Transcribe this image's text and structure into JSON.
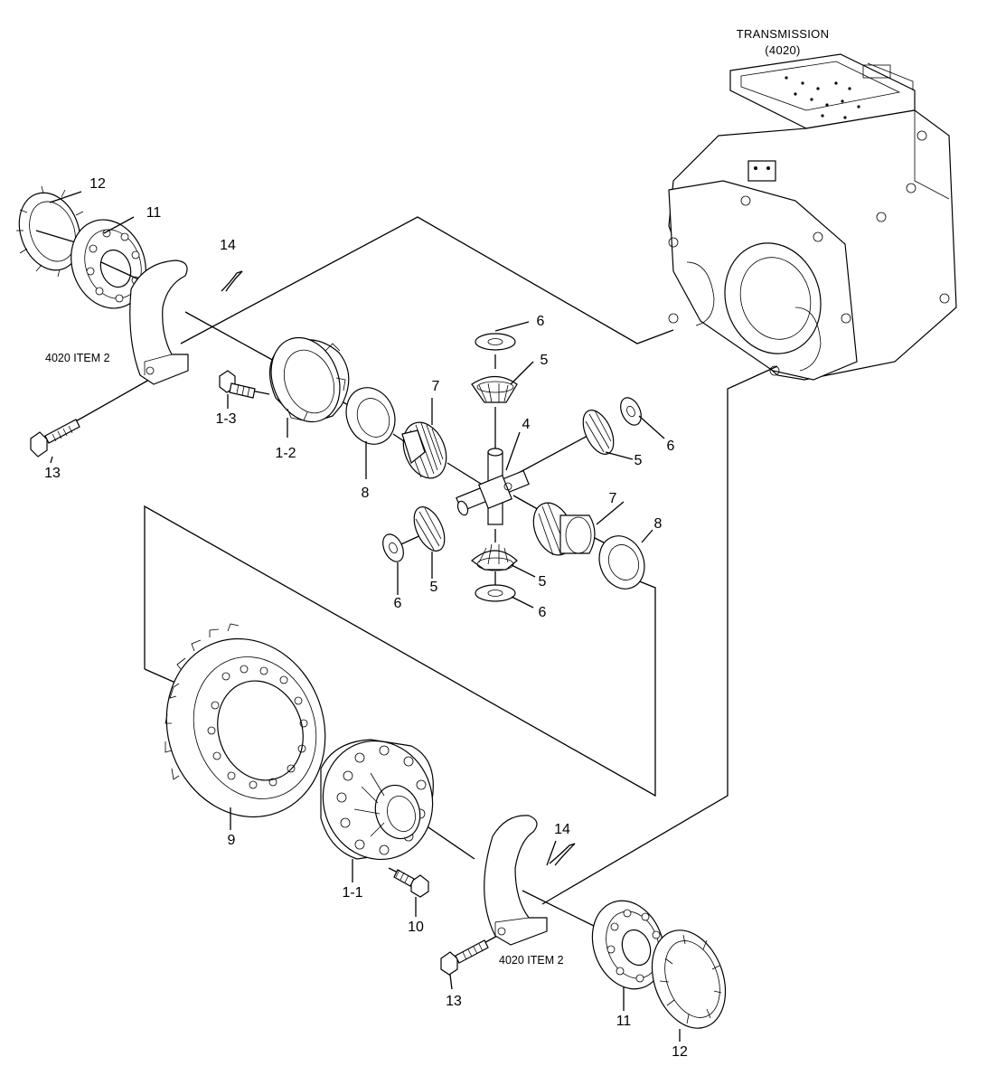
{
  "diagram": {
    "title_line1": "TRANSMISSION",
    "title_line2": "(4020)",
    "ref_upper": "4020 ITEM 2",
    "ref_lower": "4020 ITEM 2",
    "labels": {
      "p12_top": "12",
      "p11_top": "11",
      "p14_top": "14",
      "p13_top": "13",
      "p1_3": "1-3",
      "p1_2": "1-2",
      "p8_top": "8",
      "p7_top": "7",
      "p6_top": "6",
      "p5_top": "5",
      "p4": "4",
      "p5_right": "5",
      "p6_right": "6",
      "p7_right": "7",
      "p8_right": "8",
      "p6_left": "6",
      "p5_left": "5",
      "p5_bottom": "5",
      "p6_bottom": "6",
      "p9": "9",
      "p1_1": "1-1",
      "p10": "10",
      "p14_bottom": "14",
      "p13_bottom": "13",
      "p11_bottom": "11",
      "p12_bottom": "12"
    }
  }
}
